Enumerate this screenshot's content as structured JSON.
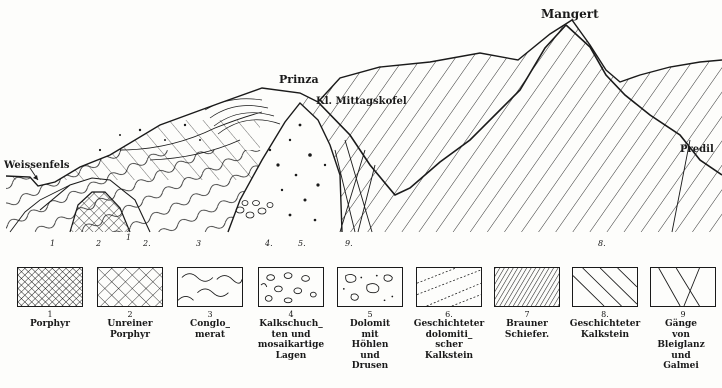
{
  "profile": {
    "peaks": [
      {
        "id": "mangert",
        "label": "Mangert"
      },
      {
        "id": "prinza",
        "label": "Prinza"
      },
      {
        "id": "mittagskofel",
        "label": "Kl. Mittagskofel"
      },
      {
        "id": "weissenfels",
        "label": "Weissenfels"
      },
      {
        "id": "predil",
        "label": "Predil"
      }
    ],
    "unit_numbers": [
      "1",
      "2",
      "1",
      "2.",
      "3",
      "4.",
      "5.",
      "9.",
      "8."
    ]
  },
  "legend": [
    {
      "num": "1",
      "label": "Porphyr",
      "pattern": "dense-crosshatch"
    },
    {
      "num": "2",
      "label": "Unreiner\nPorphyr",
      "pattern": "diagonal-crosshatch"
    },
    {
      "num": "3",
      "label": "Conglo_\nmerat",
      "pattern": "wavy-lines"
    },
    {
      "num": "4",
      "label": "Kalkschuch_\nten und\nmosaikartige\nLagen",
      "pattern": "pebbles"
    },
    {
      "num": "5",
      "label": "Dolomit\nmit\nHöhlen\nund\nDrusen",
      "pattern": "cavities"
    },
    {
      "num": "6.",
      "label": "Geschichteter\ndolomiti_\nscher\nKalkstein",
      "pattern": "dotted-layers"
    },
    {
      "num": "7",
      "label": "Brauner\nSchiefer.",
      "pattern": "dense-diagonal"
    },
    {
      "num": "8.",
      "label": "Geschichteter\nKalkstein",
      "pattern": "diagonal-lines"
    },
    {
      "num": "9",
      "label": "Gänge\nvon\nBleiglanz\nund\nGalmei",
      "pattern": "veins"
    }
  ]
}
